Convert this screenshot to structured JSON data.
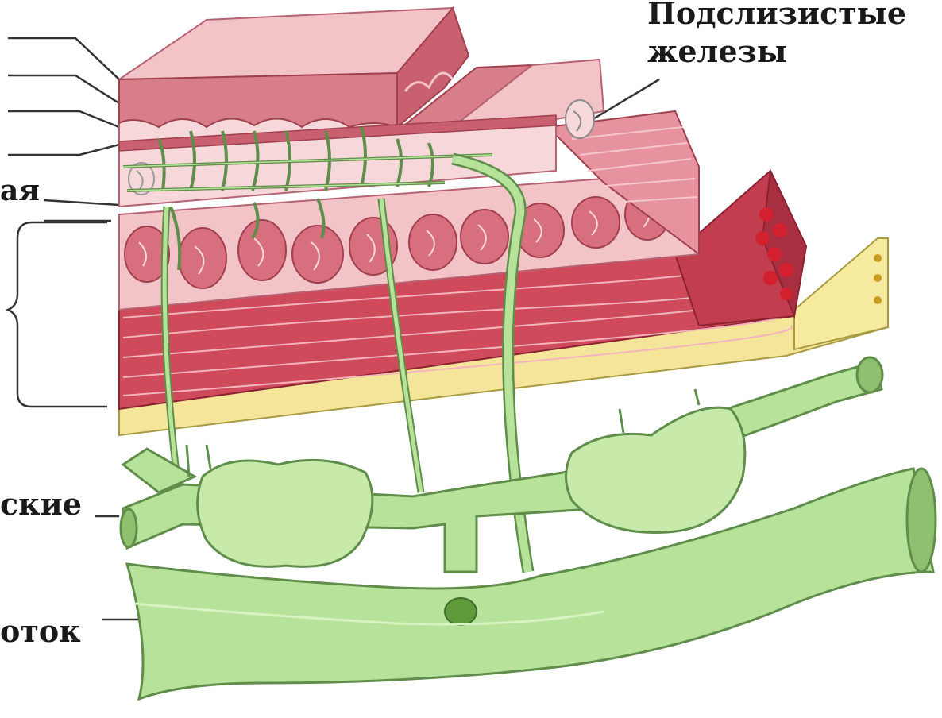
{
  "labels": {
    "glands_line1": "Подслизистые",
    "glands_line2": "железы",
    "left_plexus": "ая",
    "left_lymph": "ские",
    "left_duct": "оток"
  },
  "colors": {
    "mucosa": "#d87d8a",
    "mucosa_light": "#f2c4c8",
    "submucosa": "#f6d8db",
    "muscle": "#cf4a5a",
    "muscle_dark": "#b23344",
    "serosa": "#f4e59a",
    "lymph": "#b7e29a",
    "lymph_dark": "#5f8d4a",
    "nerve": "#6e8f5a"
  }
}
